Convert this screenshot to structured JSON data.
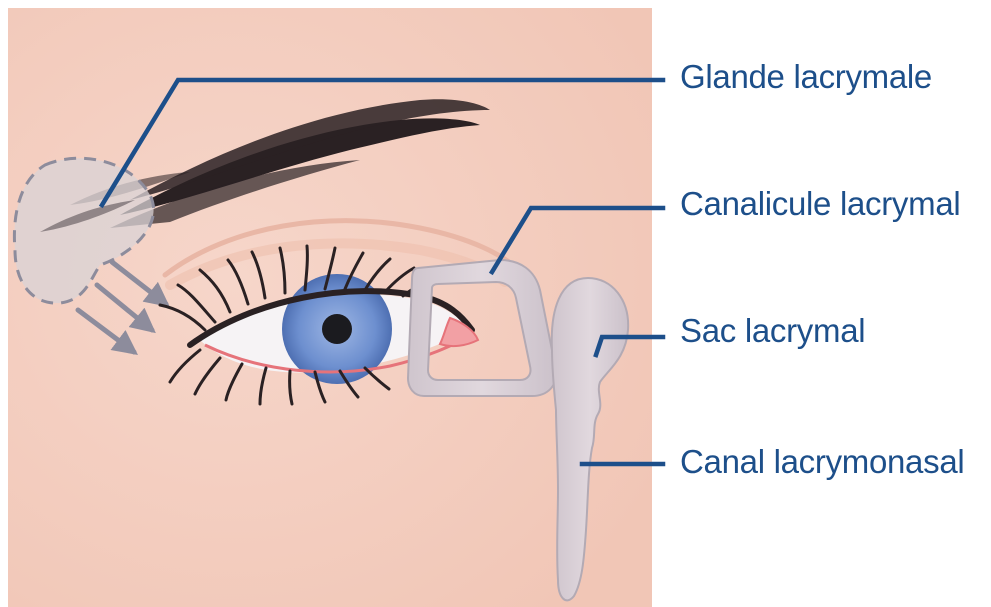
{
  "labels": {
    "glande": "Glande lacrymale",
    "canalicule": "Canalicule lacrymal",
    "sac": "Sac lacrymal",
    "canal": "Canal lacrymonasal"
  },
  "colors": {
    "skin_panel": "#f3cdbf",
    "leader_line": "#1d4f8a",
    "label_text": "#1d4f8a",
    "duct_fill": "#dcd2d8",
    "duct_stroke": "#b3aab4",
    "iris": "#6d8fcf",
    "eyelid_rim": "#e6737a",
    "arrows": "#8d8c9c",
    "gland": "#d9d3d6",
    "brow_lashes": "#2a2123"
  }
}
